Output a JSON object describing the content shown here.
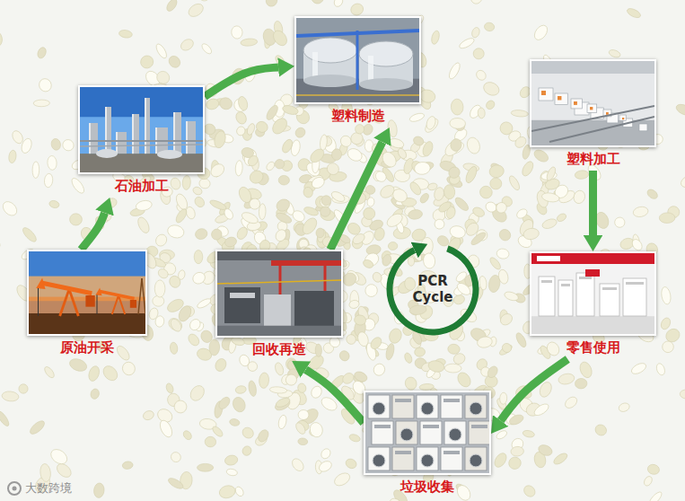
{
  "diagram": {
    "nodes": [
      {
        "text": [
          "原油开采"
        ]
      },
      {
        "text": [
          "石油加工"
        ]
      },
      {
        "text": [
          "塑料制造"
        ]
      },
      {
        "text": [
          "塑料加工"
        ]
      },
      {
        "text": [
          "零售使用"
        ]
      },
      {
        "text": [
          "垃圾收集"
        ]
      },
      {
        "text": [
          "回收再造"
        ]
      }
    ],
    "edges": [
      {
        "from": 0,
        "to": 1,
        "arrow": "to"
      },
      {
        "from": 1,
        "to": 2,
        "arrow": "to"
      },
      {
        "from": 3,
        "to": 4,
        "arrow": "to"
      },
      {
        "from": 4,
        "to": 5,
        "arrow": "to"
      },
      {
        "from": 5,
        "to": 6,
        "arrow": "to"
      },
      {
        "from": 6,
        "to": 2,
        "arrow": "to"
      }
    ],
    "labels": [
      "PCR Cycle",
      "大数跨境"
    ]
  }
}
